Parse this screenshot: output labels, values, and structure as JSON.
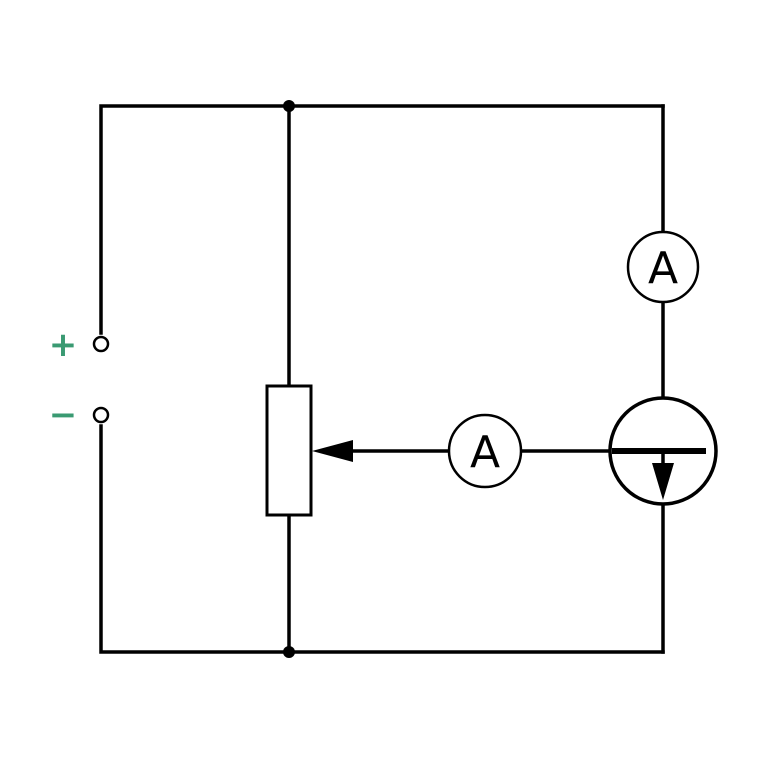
{
  "diagram": {
    "terminals": {
      "positive_label": "+",
      "negative_label": "−",
      "label_color": "#3a9a72"
    },
    "ammeter_top": {
      "label": "A"
    },
    "ammeter_mid": {
      "label": "A"
    },
    "components": [
      "input-terminal-positive",
      "input-terminal-negative",
      "potentiometer",
      "ammeter",
      "ammeter",
      "diode-like-element",
      "junction-dot",
      "junction-dot"
    ],
    "line_color": "#000000"
  }
}
